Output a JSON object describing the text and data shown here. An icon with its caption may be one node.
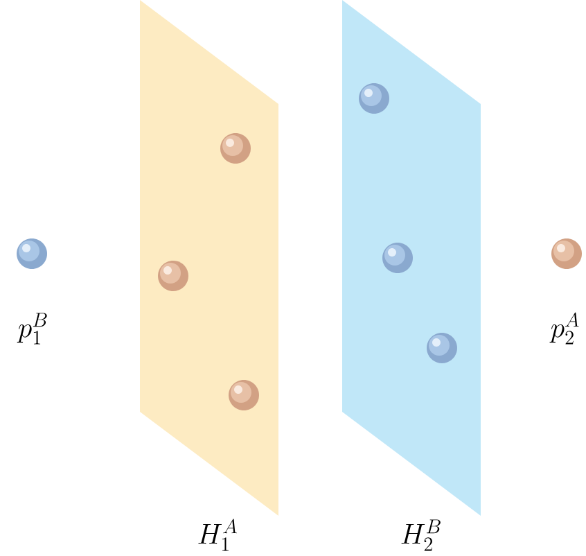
{
  "diagram": {
    "labels": [
      "p_1^B",
      "p_2^A",
      "H_1^A",
      "H_2^B"
    ]
  }
}
